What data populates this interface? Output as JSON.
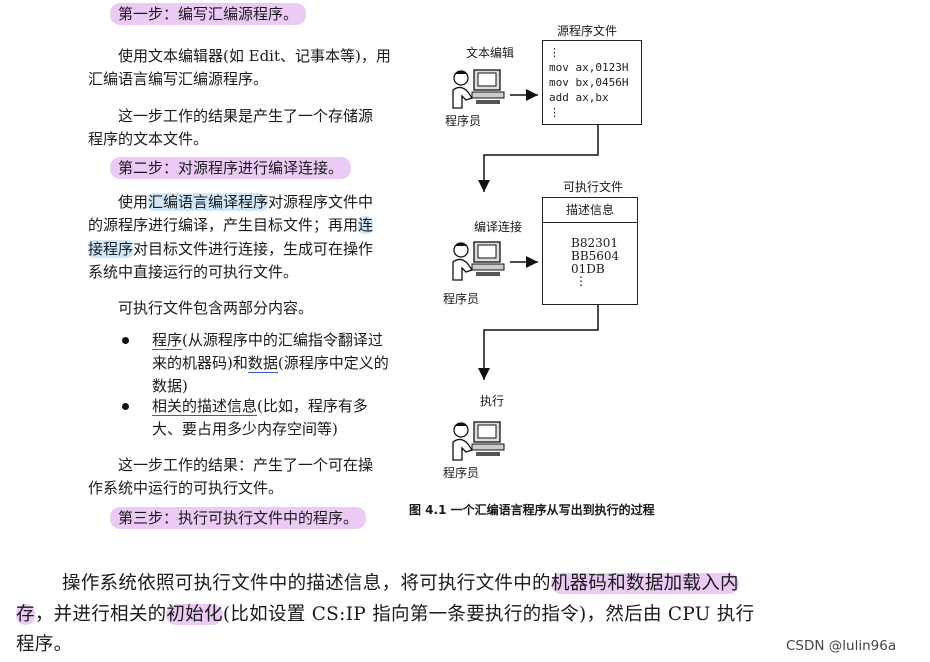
{
  "left": {
    "step1_heading": "第一步：编写汇编源程序。",
    "step1_p1_line1": "使用文本编辑器(如 Edit、记事本等)，用",
    "step1_p1_line2": "汇编语言编写汇编源程序。",
    "step1_p2_line1": "这一步工作的结果是产生了一个存储源",
    "step1_p2_line2": "程序的文本文件。",
    "step2_heading": "第二步：对源程序进行编译连接。",
    "step2_p1_l1_pre": "使用",
    "step2_p1_l1_hl": "汇编语言编译程序",
    "step2_p1_l1_post": "对源程序文件中",
    "step2_p1_l2_pre": "的源程序进行编译，产生目标文件；再用",
    "step2_p1_l2_hl": "连",
    "step2_p1_l3_hl": "接程序",
    "step2_p1_l3_post": "对目标文件进行连接，生成可在操作",
    "step2_p1_l4": "系统中直接运行的可执行文件。",
    "step2_p2": "可执行文件包含两部分内容。",
    "bullet1_l1_u": "程序",
    "bullet1_l1_post": "(从源程序中的汇编指令翻译过",
    "bullet1_l2_pre": "来的机器码)和",
    "bullet1_l2_u": "数据",
    "bullet1_l2_post": "(源程序中定义的",
    "bullet1_l3": "数据)",
    "bullet2_l1_u": "相关的描述信息",
    "bullet2_l1_post": "(比如，程序有多",
    "bullet2_l2": "大、要占用多少内存空间等)",
    "step2_p3_line1": "这一步工作的结果：产生了一个可在操",
    "step2_p3_line2": "作系统中运行的可执行文件。",
    "step3_heading": "第三步：执行可执行文件中的程序。"
  },
  "figure": {
    "source_file_label": "源程序文件",
    "editor_label": "文本编辑",
    "programmer_label": "程序员",
    "code_dots": "⋮",
    "code_lines": [
      "mov ax,0123H",
      "mov bx,0456H",
      "add ax,bx"
    ],
    "compile_label": "编译连接",
    "exe_file_label": "可执行文件",
    "desc_info_label": "描述信息",
    "machine_lines": [
      "B82301",
      "BB5604",
      "01DB"
    ],
    "execute_label": "执行",
    "caption": "图 4.1   一个汇编语言程序从写出到执行的过程"
  },
  "bottom": {
    "l1_pre": "操作系统依照可执行文件中的描述信息，将可执行文件中的",
    "l1_hl": "机器码和数据加载入内",
    "l2_hl1": "存",
    "l2_mid": "，并进行相关的",
    "l2_hl2": "初始化",
    "l2_post": "(比如设置 CS:IP 指向第一条要执行的指令)，然后由 CPU 执行",
    "l3": "程序。"
  },
  "watermark": "CSDN @lulin96a"
}
